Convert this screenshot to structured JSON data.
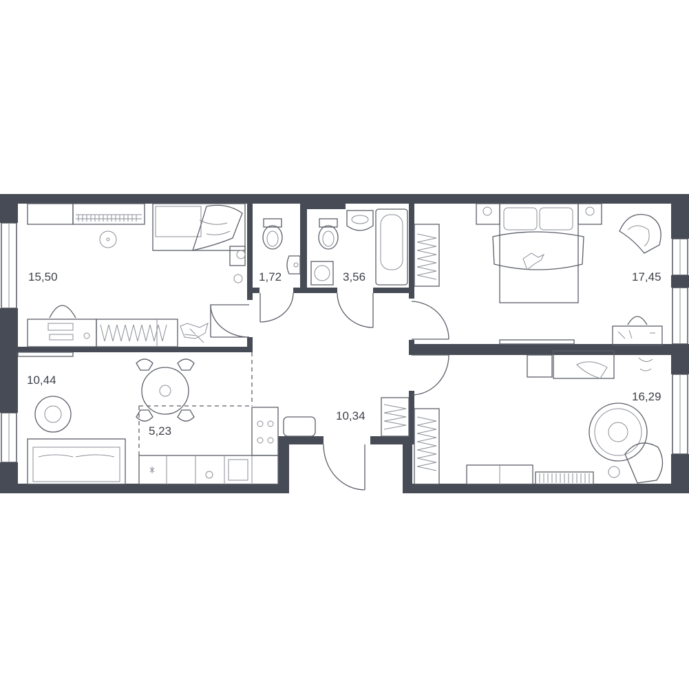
{
  "rooms": {
    "bedroom_top_left": {
      "area": "15,50"
    },
    "toilet": {
      "area": "1,72"
    },
    "bathroom": {
      "area": "3,56"
    },
    "bedroom_top_right": {
      "area": "17,45"
    },
    "living_room": {
      "area": "10,44"
    },
    "kitchen": {
      "area": "5,23"
    },
    "hallway": {
      "area": "10,34"
    },
    "bedroom_bottom_right": {
      "area": "16,29"
    }
  },
  "colors": {
    "wall": "#474b55",
    "line": "#5a5e68",
    "background": "#ffffff"
  }
}
